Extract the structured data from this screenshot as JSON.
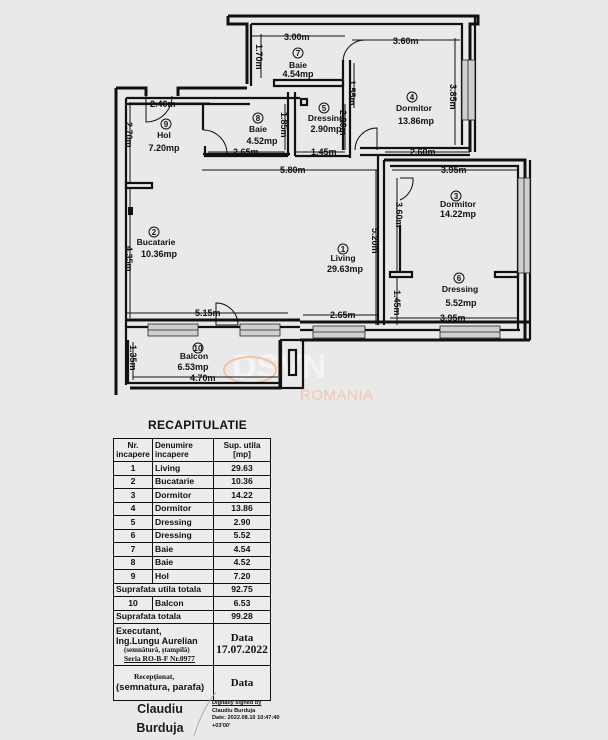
{
  "plan": {
    "rooms": [
      {
        "nr": "1",
        "name": "Living",
        "area": "29.63mp"
      },
      {
        "nr": "2",
        "name": "Bucatarie",
        "area": "10.36mp"
      },
      {
        "nr": "3",
        "name": "Dormitor",
        "area": "14.22mp"
      },
      {
        "nr": "4",
        "name": "Dormitor",
        "area": "13.86mp"
      },
      {
        "nr": "5",
        "name": "Dressing",
        "area": "2.90mp"
      },
      {
        "nr": "6",
        "name": "Dressing",
        "area": "5.52mp"
      },
      {
        "nr": "7",
        "name": "Baie",
        "area": "4.54mp"
      },
      {
        "nr": "8",
        "name": "Baie",
        "area": "4.52mp"
      },
      {
        "nr": "9",
        "name": "Hol",
        "area": "7.20mp"
      },
      {
        "nr": "10",
        "name": "Balcon",
        "area": "6.53mp"
      }
    ],
    "dimensions": {
      "baie7_width": "3.00m",
      "baie7_height": "1.70m",
      "dormitor4_width": "3.60m",
      "dormitor4_height": "3.85m",
      "dormitor4_bottom": "2.60m",
      "dressing5_side": "1.55m",
      "dressing5_height": "2.00m",
      "hol_width": "2.40m",
      "hol_height": "2.70m",
      "baie8_height": "1.85m",
      "baie8_width": "2.65m",
      "dressing5_width": "1.45m",
      "living_top": "5.80m",
      "dormitor3_width": "3.95m",
      "dormitor3_height": "3.60m",
      "living_height": "5.20m",
      "bucatarie_height": "4.35m",
      "dressing6_height": "1.45m",
      "dressing6_width": "3.95m",
      "living_bottom_left": "5.15m",
      "living_bottom_right": "2.65m",
      "balcon_height": "1.35m",
      "balcon_width": "4.70m"
    },
    "watermark": {
      "brand": "DSVN",
      "country": "ROMANIA"
    }
  },
  "recap": {
    "title": "RECAPITULATIE",
    "headers": {
      "nr": "Nr. incapere",
      "name": "Denumire incapere",
      "area": "Sup. utila [mp]"
    },
    "rows": [
      {
        "nr": "1",
        "name": "Living",
        "area": "29.63"
      },
      {
        "nr": "2",
        "name": "Bucatarie",
        "area": "10.36"
      },
      {
        "nr": "3",
        "name": "Dormitor",
        "area": "14.22"
      },
      {
        "nr": "4",
        "name": "Dormitor",
        "area": "13.86"
      },
      {
        "nr": "5",
        "name": "Dressing",
        "area": "2.90"
      },
      {
        "nr": "6",
        "name": "Dressing",
        "area": "5.52"
      },
      {
        "nr": "7",
        "name": "Baie",
        "area": "4.54"
      },
      {
        "nr": "8",
        "name": "Baie",
        "area": "4.52"
      },
      {
        "nr": "9",
        "name": "Hol",
        "area": "7.20"
      }
    ],
    "subtotal_label": "Suprafata utila totala",
    "subtotal_value": "92.75",
    "balcon_row": {
      "nr": "10",
      "name": "Balcon",
      "area": "6.53"
    },
    "total_label": "Suprafata totala",
    "total_value": "99.28",
    "executant": {
      "line1": "Executant,",
      "line2": "Ing.Lungu Aurelian",
      "line3": "(semnătură, ştampilă)",
      "line4": "Seria RO-B-F Nr.0977",
      "date_label": "Data",
      "date_value": "17.07.2022"
    },
    "receptionat": {
      "line1": "Recepţionat,",
      "line2": "(semnatura, parafa)",
      "date_label": "Data"
    }
  },
  "signature": {
    "name_first": "Claudiu",
    "name_last": "Burduja",
    "digital_line1": "Digitally signed by",
    "digital_line2": "Claudiu Burduja",
    "digital_line3": "Date: 2022.08.10 10:47:40",
    "digital_line4": "+03'00'"
  }
}
